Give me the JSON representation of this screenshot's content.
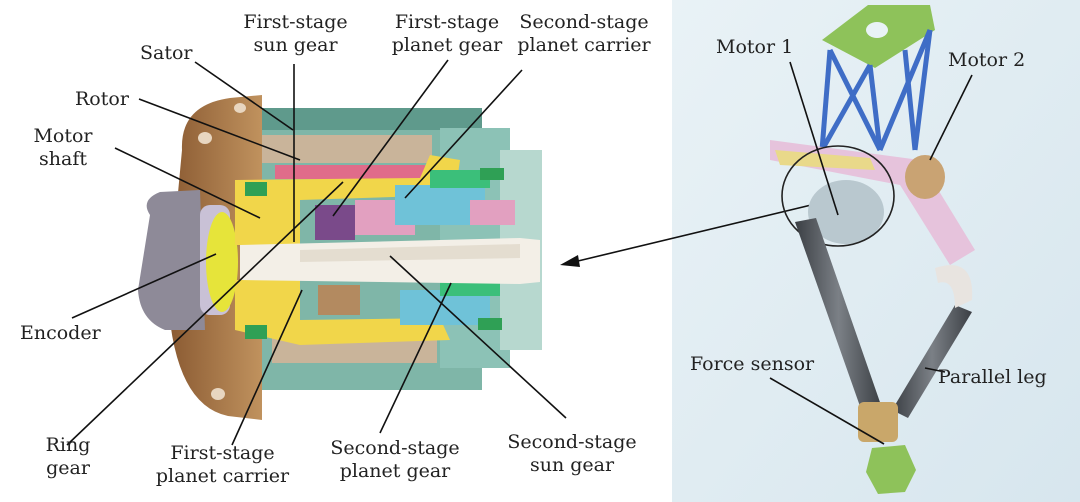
{
  "left_labels": {
    "sator": "Sator",
    "rotor": "Rotor",
    "motor_shaft_1": "Motor",
    "motor_shaft_2": "shaft",
    "first_stage_sun_1": "First-stage",
    "first_stage_sun_2": "sun gear",
    "first_stage_planet_1": "First-stage",
    "first_stage_planet_2": "planet gear",
    "second_stage_carrier_1": "Second-stage",
    "second_stage_carrier_2": "planet carrier",
    "encoder": "Encoder",
    "ring_gear_1": "Ring",
    "ring_gear_2": "gear",
    "first_stage_carrier_1": "First-stage",
    "first_stage_carrier_2": "planet carrier",
    "second_stage_planet_1": "Second-stage",
    "second_stage_planet_2": "planet gear",
    "second_stage_sun_1": "Second-stage",
    "second_stage_sun_2": "sun gear"
  },
  "right_labels": {
    "motor1": "Motor 1",
    "motor2": "Motor 2",
    "force_sensor": "Force sensor",
    "parallel_leg": "Parallel leg"
  }
}
